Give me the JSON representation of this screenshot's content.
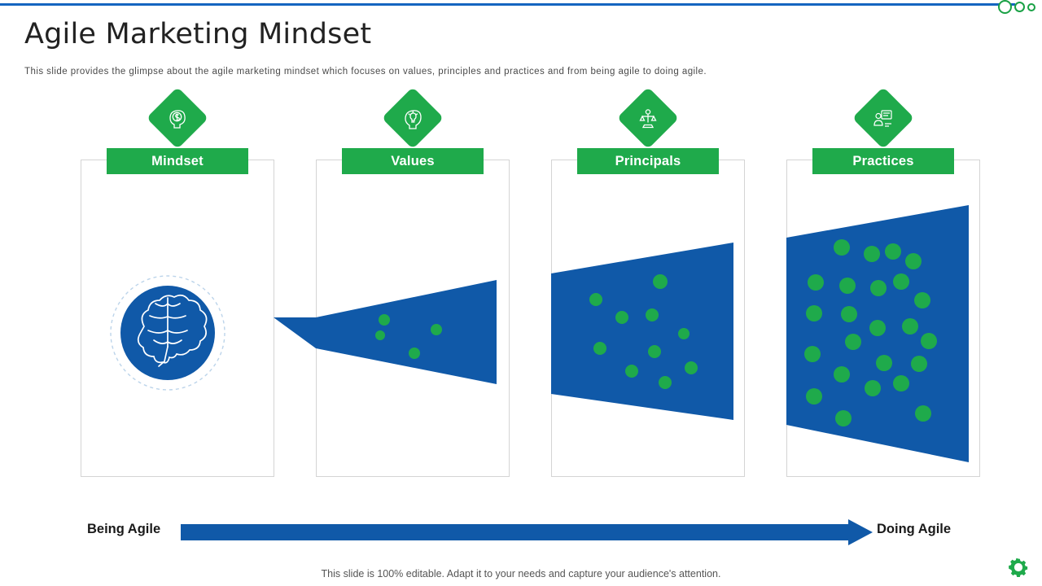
{
  "header": {
    "title": "Agile Marketing Mindset",
    "subtitle": "This slide provides the glimpse about the agile marketing mindset which focuses on values, principles and practices and from being agile to doing agile."
  },
  "colors": {
    "green": "#1faa4b",
    "blue": "#1059a8",
    "rule_blue": "#1565c0",
    "panel_border": "#d4d4d4",
    "text_dark": "#1a1a1a"
  },
  "columns": [
    {
      "label": "Mindset",
      "icon": "money-head-icon",
      "dots": 0,
      "funnel_left_h": 0,
      "funnel_right_h": 0
    },
    {
      "label": "Values",
      "icon": "bulb-head-icon",
      "dots": 4,
      "funnel_left_h": 38,
      "funnel_right_h": 128
    },
    {
      "label": "Principals",
      "icon": "person-scale-icon",
      "dots": 10,
      "funnel_left_h": 150,
      "funnel_right_h": 208
    },
    {
      "label": "Practices",
      "icon": "person-board-icon",
      "dots": 24,
      "funnel_left_h": 238,
      "funnel_right_h": 316
    }
  ],
  "progress": {
    "left_label": "Being Agile",
    "right_label": "Doing Agile"
  },
  "footer": {
    "note": "This slide is 100% editable. Adapt it to your needs and capture your audience's attention."
  },
  "decor": {
    "gear_icon": "gear-icon",
    "top_circle_icon": "circle-outline-icon"
  }
}
